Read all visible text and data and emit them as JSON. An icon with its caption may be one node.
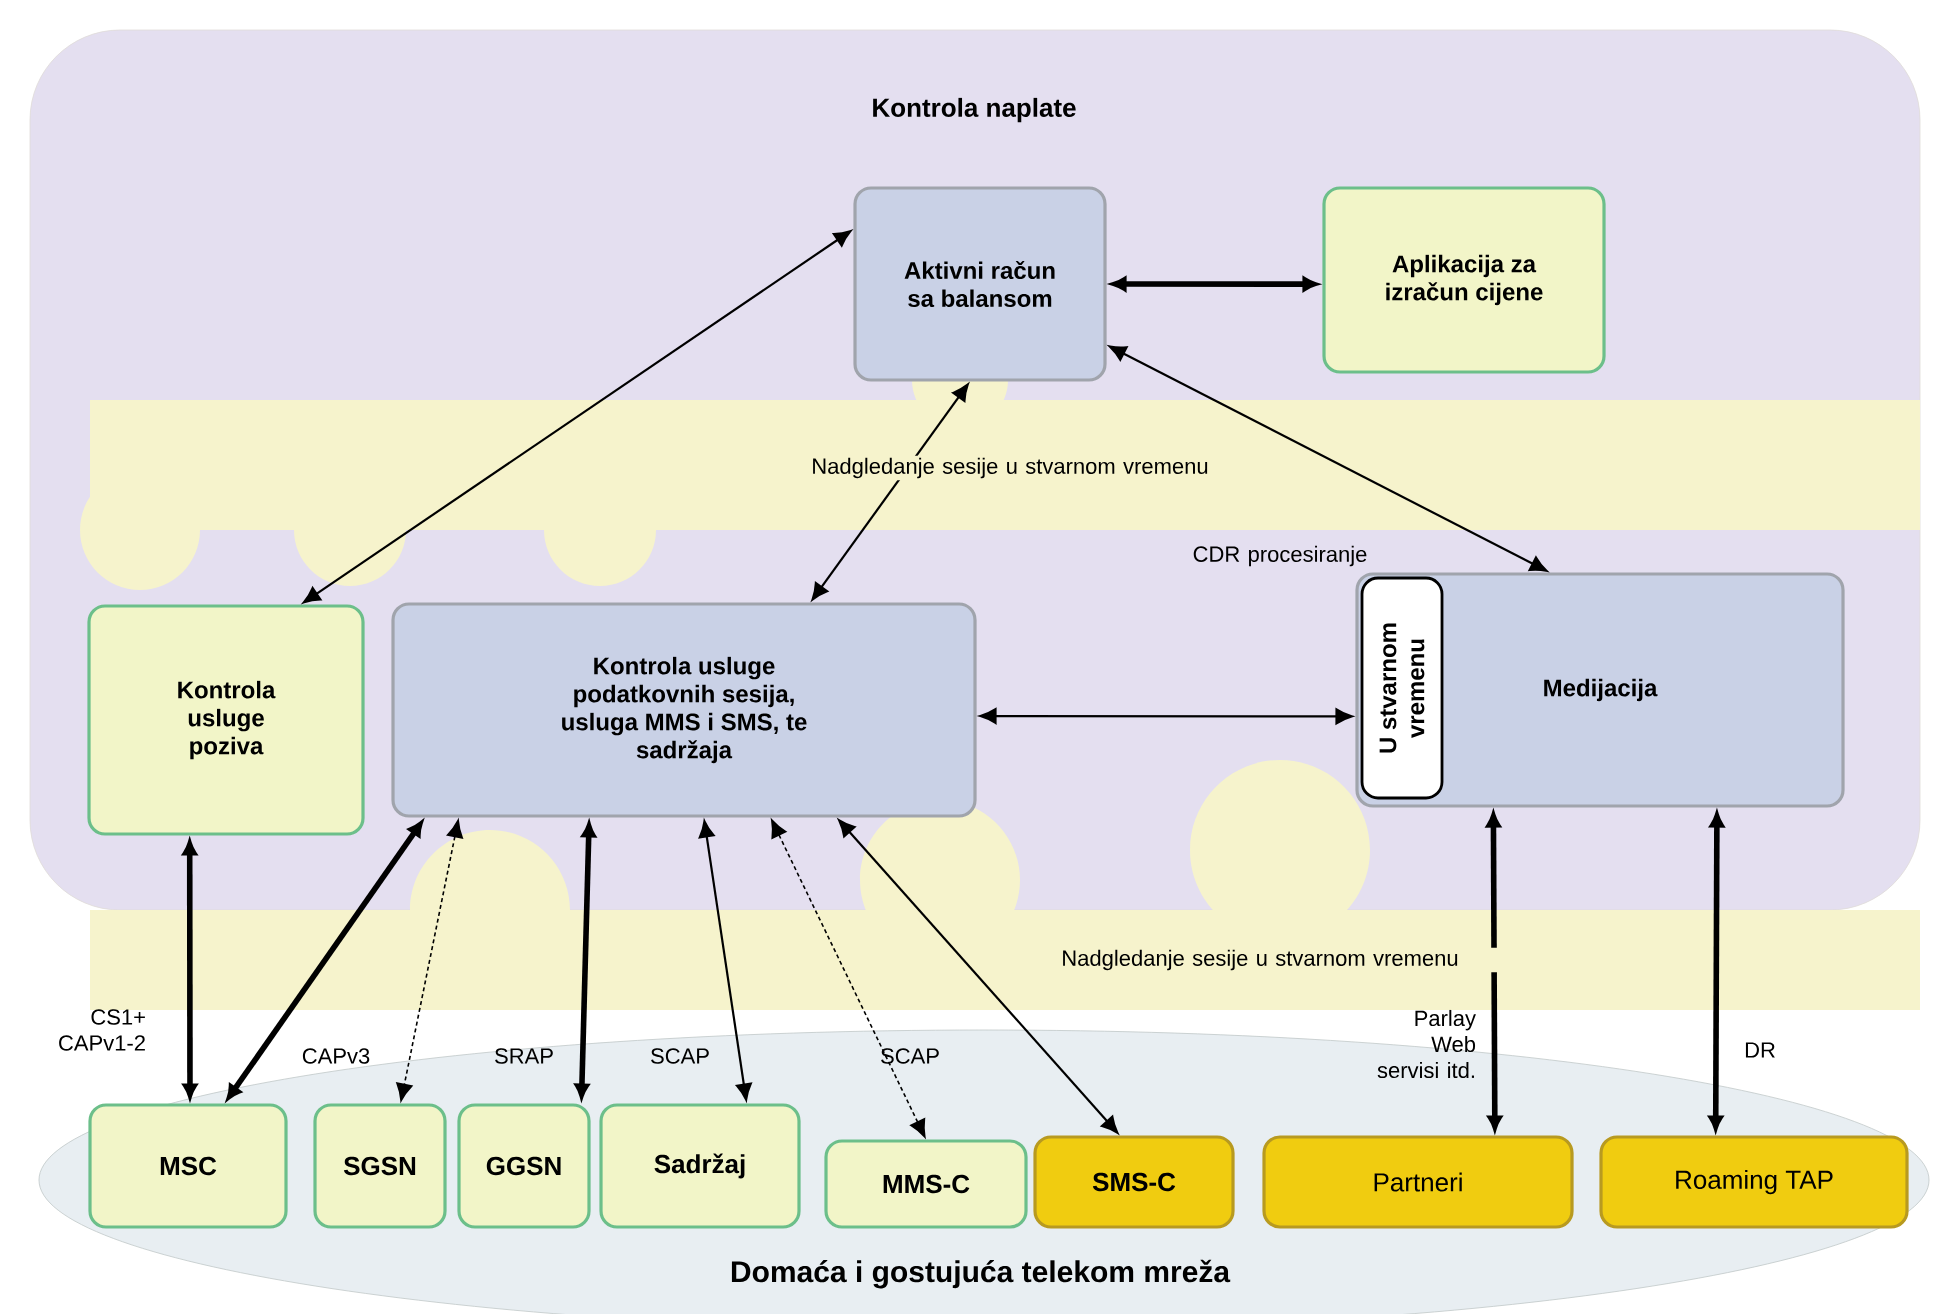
{
  "diagram": {
    "nodes": [
      {
        "text": [
          "Kontrola naplate"
        ]
      },
      {
        "text": [
          "Aktivni račun sa balansom"
        ],
        "in": 0
      },
      {
        "text": [
          "Aplikacija za izračun cijene"
        ],
        "in": 0
      },
      {
        "text": [
          "Kontrola usluge poziva"
        ],
        "in": 0
      },
      {
        "text": [
          "Kontrola usluge podatkovnih sesija, usluga MMS i SMS, te sadržaja"
        ],
        "in": 0
      },
      {
        "text": [
          "Medijacija"
        ],
        "in": 0
      },
      {
        "text": [
          "U stvarnom vremenu"
        ],
        "in": 5
      },
      {
        "text": [
          "Domaća i gostujuća telekom mreža"
        ]
      },
      {
        "text": [
          "MSC"
        ],
        "in": 7
      },
      {
        "text": [
          "SGSN"
        ],
        "in": 7
      },
      {
        "text": [
          "GGSN"
        ],
        "in": 7
      },
      {
        "text": [
          "Sadržaj"
        ],
        "in": 7
      },
      {
        "text": [
          "MMS-C"
        ],
        "in": 7
      },
      {
        "text": [
          "SMS-C"
        ],
        "in": 7
      },
      {
        "text": [
          "Partneri"
        ],
        "in": 7
      },
      {
        "text": [
          "Roaming TAP"
        ],
        "in": 7
      }
    ],
    "edges": [
      {
        "from": 1,
        "to": 2,
        "arrow": "both",
        "style": "thick"
      },
      {
        "from": 3,
        "to": 1,
        "arrow": "both"
      },
      {
        "from": 4,
        "to": 1,
        "arrow": "both",
        "label": "Nadgledanje sesije u stvarnom vremenu"
      },
      {
        "from": 1,
        "to": 5,
        "arrow": "both",
        "label": "CDR procesiranje"
      },
      {
        "from": 4,
        "to": 5,
        "arrow": "both"
      },
      {
        "from": 3,
        "to": 8,
        "arrow": "both",
        "label": "CS1+ CAPv1-2",
        "style": "thick"
      },
      {
        "from": 4,
        "to": 8,
        "arrow": "both",
        "style": "thick"
      },
      {
        "from": 4,
        "to": 9,
        "arrow": "both",
        "label": "CAPv3",
        "style": "dashed"
      },
      {
        "from": 4,
        "to": 10,
        "arrow": "both",
        "label": "SRAP",
        "style": "thick"
      },
      {
        "from": 4,
        "to": 11,
        "arrow": "both",
        "label": "SCAP"
      },
      {
        "from": 4,
        "to": 12,
        "arrow": "both",
        "label": "SCAP",
        "style": "dashed"
      },
      {
        "from": 4,
        "to": 13,
        "arrow": "both",
        "label": "Nadgledanje sesije u stvarnom vremenu"
      },
      {
        "from": 5,
        "to": 14,
        "arrow": "both",
        "label": "Parlay Web servisi itd.",
        "style": "thick"
      },
      {
        "from": 5,
        "to": 15,
        "arrow": "both",
        "label": "DR",
        "style": "thick"
      }
    ]
  }
}
